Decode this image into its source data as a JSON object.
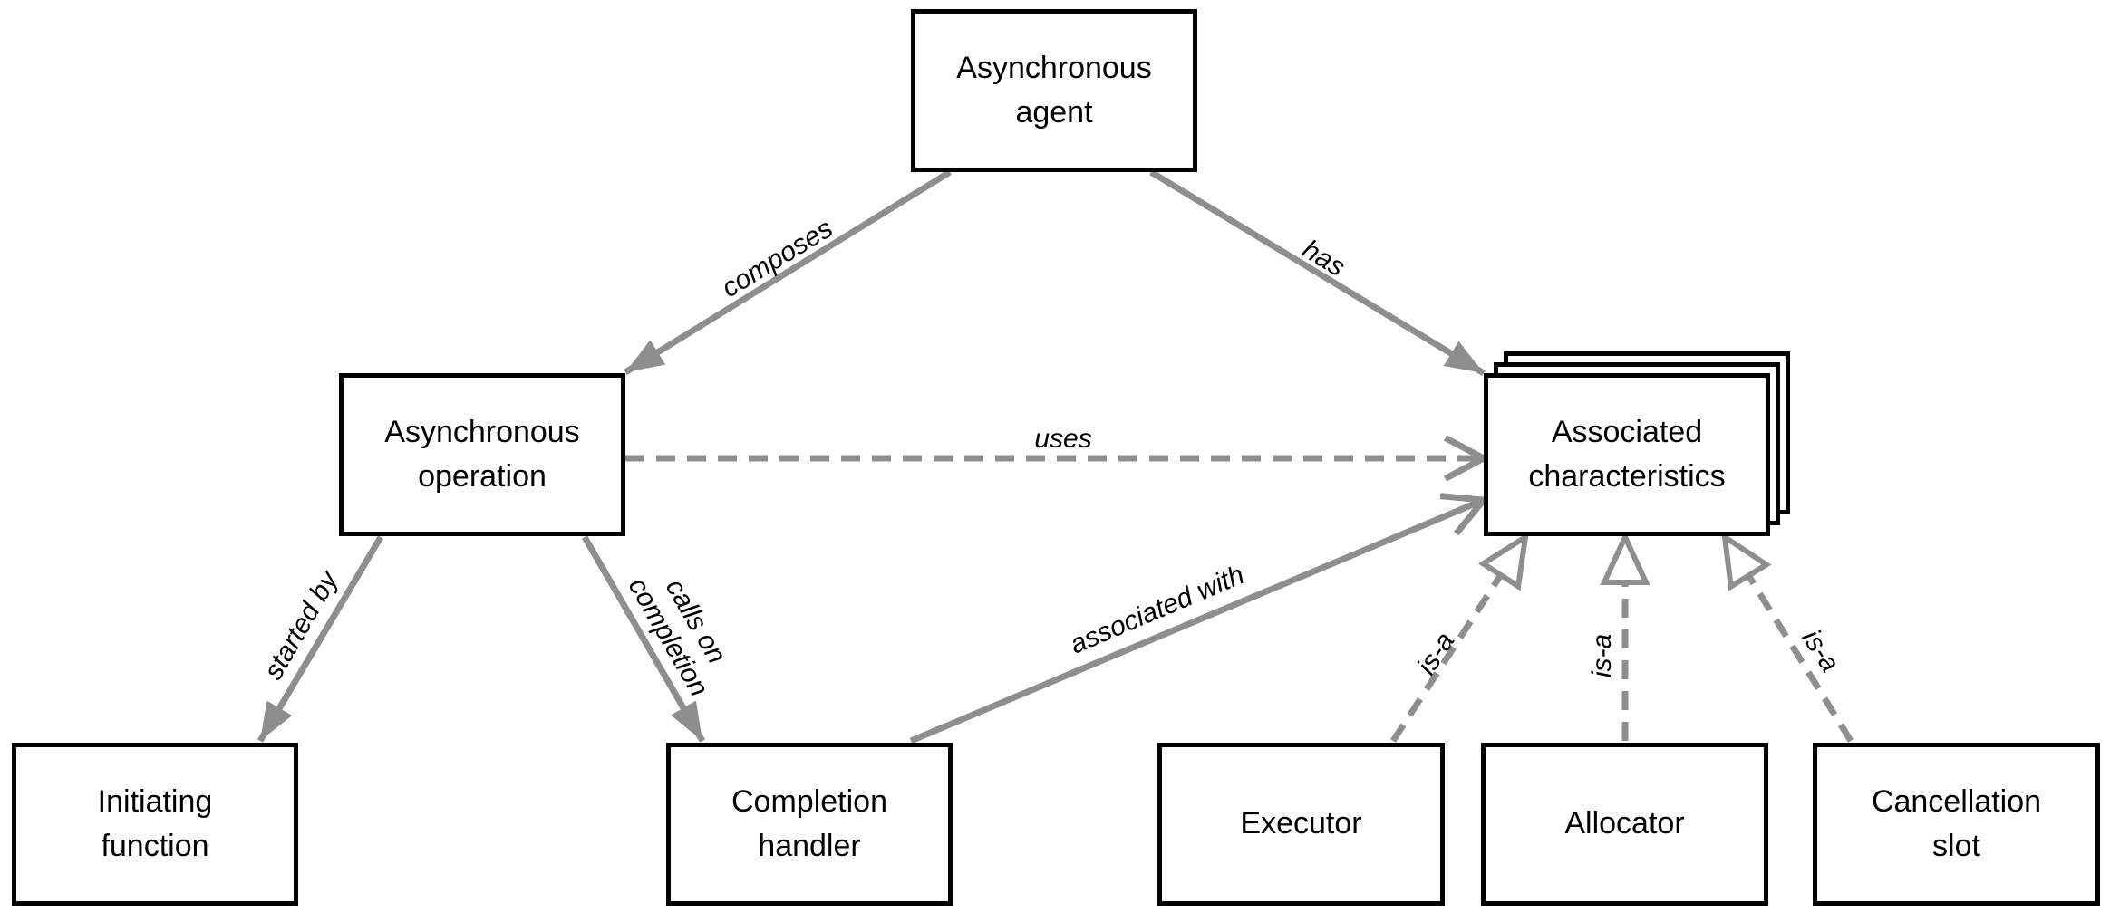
{
  "diagram": {
    "colors": {
      "background": "#ffffff",
      "box_border": "#000000",
      "box_fill": "#ffffff",
      "arrow": "#8e8e8e",
      "text": "#000000"
    },
    "nodes": [
      {
        "id": "asynchronous-agent",
        "label": "Asynchronous\nagent"
      },
      {
        "id": "asynchronous-operation",
        "label": "Asynchronous\noperation"
      },
      {
        "id": "associated-characteristics",
        "label": "Associated\ncharacteristics",
        "stacked": true
      },
      {
        "id": "initiating-function",
        "label": "Initiating\nfunction"
      },
      {
        "id": "completion-handler",
        "label": "Completion\nhandler"
      },
      {
        "id": "executor",
        "label": "Executor"
      },
      {
        "id": "allocator",
        "label": "Allocator"
      },
      {
        "id": "cancellation-slot",
        "label": "Cancellation\nslot"
      }
    ],
    "edges": [
      {
        "id": "composes",
        "label": "composes",
        "from": "asynchronous-agent",
        "to": "asynchronous-operation",
        "line": "solid",
        "head": "filled-arrow"
      },
      {
        "id": "has",
        "label": "has",
        "from": "asynchronous-agent",
        "to": "associated-characteristics",
        "line": "solid",
        "head": "filled-arrow"
      },
      {
        "id": "uses",
        "label": "uses",
        "from": "asynchronous-operation",
        "to": "associated-characteristics",
        "line": "dashed",
        "head": "open-arrow"
      },
      {
        "id": "started-by",
        "label": "started by",
        "from": "asynchronous-operation",
        "to": "initiating-function",
        "line": "solid",
        "head": "filled-arrow"
      },
      {
        "id": "calls-on-completion",
        "label": "calls on\ncompletion",
        "from": "asynchronous-operation",
        "to": "completion-handler",
        "line": "solid",
        "head": "filled-arrow"
      },
      {
        "id": "associated-with",
        "label": "associated with",
        "from": "completion-handler",
        "to": "associated-characteristics",
        "line": "solid",
        "head": "open-arrow"
      },
      {
        "id": "is-a-executor",
        "label": "is-a",
        "from": "executor",
        "to": "associated-characteristics",
        "line": "dashed",
        "head": "hollow-triangle"
      },
      {
        "id": "is-a-allocator",
        "label": "is-a",
        "from": "allocator",
        "to": "associated-characteristics",
        "line": "dashed",
        "head": "hollow-triangle"
      },
      {
        "id": "is-a-cancellation-slot",
        "label": "is-a",
        "from": "cancellation-slot",
        "to": "associated-characteristics",
        "line": "dashed",
        "head": "hollow-triangle"
      }
    ]
  }
}
